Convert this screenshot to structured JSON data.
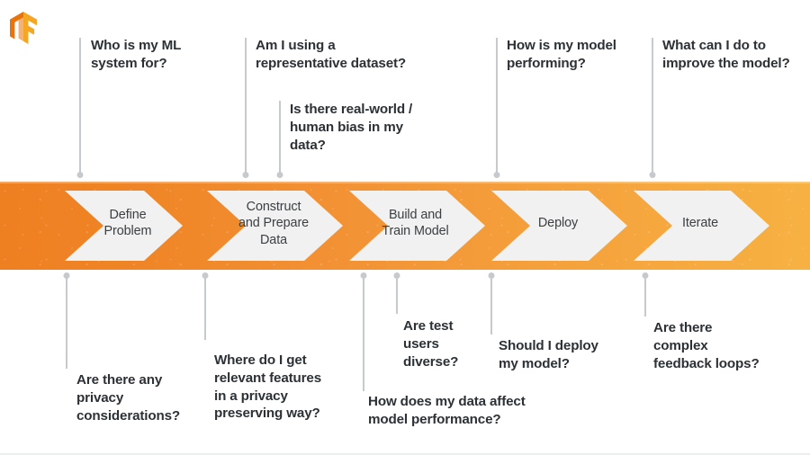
{
  "brand": {
    "logo_icon": "tensorflow-logo-icon",
    "logo_color_dark": "#E8740C",
    "logo_color_light": "#F5A623"
  },
  "process_bar": {
    "gradient_from": "#EF8022",
    "gradient_to": "#F7B142",
    "step_fill": "#F1F1F1",
    "steps": [
      {
        "id": "define-problem",
        "label": "Define\nProblem"
      },
      {
        "id": "construct-prepare",
        "label": "Construct\nand Prepare\nData"
      },
      {
        "id": "build-train",
        "label": "Build and\nTrain Model"
      },
      {
        "id": "deploy",
        "label": "Deploy"
      },
      {
        "id": "iterate",
        "label": "Iterate"
      }
    ]
  },
  "connector": {
    "line_color": "#C6CACC",
    "dot_color": "#C6CACC"
  },
  "questions_above": [
    {
      "id": "who-is-my-ml-system-for",
      "text": "Who is my ML\nsystem for?"
    },
    {
      "id": "representative-dataset",
      "text": "Am I using a\nrepresentative dataset?"
    },
    {
      "id": "real-world-human-bias",
      "text": "Is there real-world /\nhuman bias in my\ndata?"
    },
    {
      "id": "how-is-my-model-performing",
      "text": "How is my model\nperforming?"
    },
    {
      "id": "improve-the-model",
      "text": "What can I do to\nimprove the model?"
    }
  ],
  "questions_below": [
    {
      "id": "privacy-considerations",
      "text": "Are there any\nprivacy\nconsiderations?"
    },
    {
      "id": "relevant-features-privacy",
      "text": "Where do I get\nrelevant features\nin a privacy\npreserving way?"
    },
    {
      "id": "are-test-users-diverse",
      "text": "Are test\nusers\ndiverse?"
    },
    {
      "id": "data-affect-model-performance",
      "text": "How does my data affect\nmodel performance?"
    },
    {
      "id": "should-i-deploy-my-model",
      "text": "Should I deploy\nmy model?"
    },
    {
      "id": "complex-feedback-loops",
      "text": "Are there\ncomplex\nfeedback loops?"
    }
  ]
}
